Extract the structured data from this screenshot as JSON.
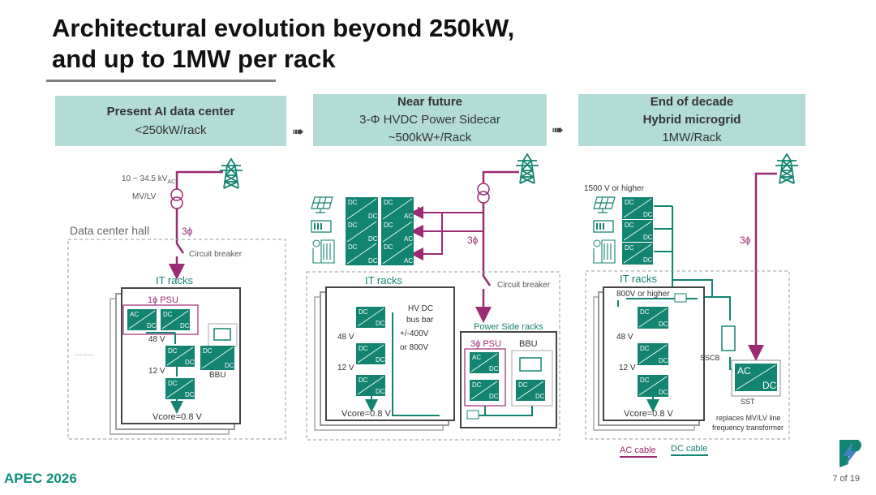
{
  "title": {
    "line1": "Architectural evolution beyond 250kW,",
    "line2": "and up to 1MW per rack"
  },
  "headers": [
    {
      "line1": "Present AI data center",
      "line2": "<250kW/rack"
    },
    {
      "line1": "Near future",
      "line2": "3-Φ HVDC Power Sidecar",
      "line3": "~500kW+/Rack"
    },
    {
      "line1": "End of decade",
      "line2": "Hybrid microgrid",
      "line3": "1MW/Rack"
    }
  ],
  "col1": {
    "voltage": "10 ~ 34.5 kV",
    "voltage_sub": "AC",
    "mvlv": "MV/LV",
    "hall": "Data center hall",
    "phase": "3ϕ",
    "breaker": "Circuit breaker",
    "it_racks": "IT racks",
    "psu": "1ϕ PSU",
    "v48": "48 V",
    "v12": "12 V",
    "bbu": "BBU",
    "vcore": "Vcore=0.8 V",
    "dots": "........"
  },
  "col2": {
    "phase": "3ϕ",
    "breaker": "Circuit breaker",
    "it_racks": "IT racks",
    "hvdc": "HV DC",
    "busbar": "bus bar",
    "busv1": "+/-400V",
    "busv2": "or 800V",
    "v48": "48 V",
    "v12": "12 V",
    "vcore": "Vcore=0.8 V",
    "power_side": "Power Side racks",
    "psu": "3ϕ PSU",
    "bbu": "BBU"
  },
  "col3": {
    "v1500": "1500 V or higher",
    "phase": "3ϕ",
    "it_racks": "IT racks",
    "v800": "800V or higher",
    "v48": "48 V",
    "v12": "12 V",
    "vcore": "Vcore=0.8 V",
    "sscb": "SSCB",
    "sst": "SST",
    "sst_desc1": "replaces MV/LV line",
    "sst_desc2": "frequency transformer",
    "legend_ac": "AC cable",
    "legend_dc": "DC cable"
  },
  "converter_labels": {
    "dc": "DC",
    "ac": "AC"
  },
  "footer": {
    "logo": "APEC 2026",
    "page": "7 of 19"
  },
  "colors": {
    "ac_cable": "#9c2a74",
    "dc_cable": "#138472",
    "header_bg": "#b3dcd6",
    "converter": "#138472"
  }
}
